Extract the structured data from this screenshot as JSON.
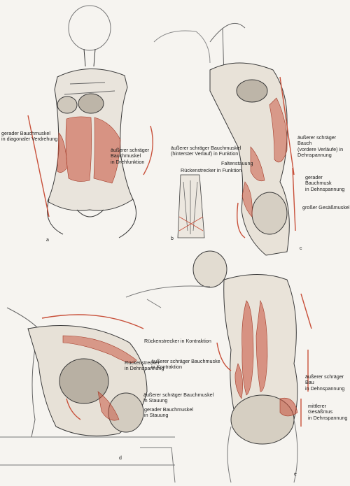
{
  "colors": {
    "muscle": "#c8503a",
    "pencil": "#3a3a3a",
    "paper": "#f6f4f0"
  },
  "figures": [
    "a",
    "b",
    "c",
    "d",
    "e"
  ],
  "labels": {
    "a_left": "gerader Bauchmuskel\nin diagonaler Verdrehung",
    "a_right": "äußerer schräger\nBauchmuskel\nin Drehfunktion",
    "c_oblique_rear": "äußerer schräger Bauchmuskel\n(hinterster Verlauf) in Funktion",
    "c_fold": "Faltenstauung",
    "c_back_ext": "Rückenstrecker in Funktion",
    "c_oblique_front": "äußerer schräger Bauch\n(vordere Verläufe) in\nDehnspannung",
    "c_rectus": "gerader Bauchmusk\nin Dehnspannung",
    "c_glute": "großer Gesäßmuskel",
    "d_back_ext": "Rückenstrecker\nin Dehnspannung",
    "d_oblique": "äußerer schräger Bauchmuskel\nin Stauung",
    "d_rectus": "gerader Bauchmuskel\nin Stauung",
    "e_back_ext": "Rückenstrecker in Kontraktion",
    "e_oblique_left": "äußerer schräger Bauchmuske\nin Kontraktion",
    "e_oblique_right": "äußerer schräger Bau\nin Dehnspannung",
    "e_glute_mid": "mittlerer Gesäßmus\nin Dehnspannung"
  }
}
